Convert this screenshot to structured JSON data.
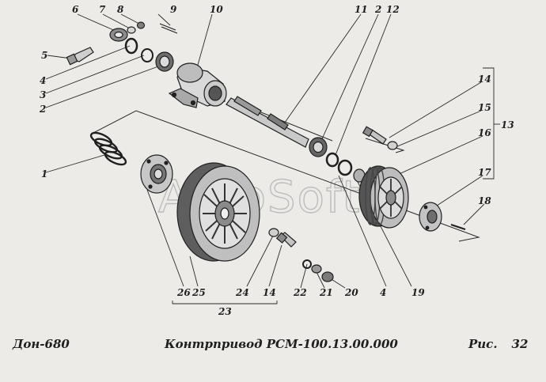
{
  "watermark": "AutoSoft",
  "caption": {
    "model": "Дон-680",
    "title": "Контрпривод РСМ-100.13.00.000",
    "fig_label": "Рис.",
    "fig_number": "32"
  },
  "callouts": {
    "n1": "1",
    "n2a": "2",
    "n2b": "2",
    "n3": "3",
    "n4a": "4",
    "n4b": "4",
    "n5": "5",
    "n6": "6",
    "n7": "7",
    "n8": "8",
    "n9": "9",
    "n10": "10",
    "n11": "11",
    "n12": "12",
    "n13": "13",
    "n14a": "14",
    "n14b": "14",
    "n15": "15",
    "n16": "16",
    "n17": "17",
    "n18": "18",
    "n19": "19",
    "n20": "20",
    "n21": "21",
    "n22": "22",
    "n23": "23",
    "n24": "24",
    "n25": "25",
    "n26": "26"
  }
}
